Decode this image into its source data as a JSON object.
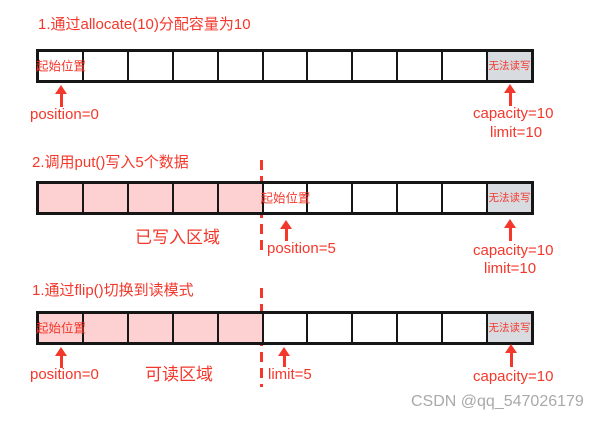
{
  "colors": {
    "red": "#f4372b",
    "pink_fill": "#fdd1d1",
    "gray_cell_fill": "#d8dbe0",
    "cell_border": "#161616",
    "watermark_gray": "#a9a9a9"
  },
  "sections": [
    {
      "title": "1.通过allocate(10)分配容量为10",
      "start_label": "起始位置",
      "blocked_label": "无法读写",
      "position_label": "position=0",
      "capacity_label": "capacity=10",
      "limit_label": "limit=10"
    },
    {
      "title": "2.调用put()写入5个数据",
      "start_label": "起始位置",
      "blocked_label": "无法读写",
      "region_label": "已写入区域",
      "position_label": "position=5",
      "capacity_label": "capacity=10",
      "limit_label": "limit=10"
    },
    {
      "title": "1.通过flip()切换到读模式",
      "start_label": "起始位置",
      "blocked_label": "无法读写",
      "position_label": "position=0",
      "region_label": "可读区域",
      "limit_label": "limit=5",
      "capacity_label": "capacity=10"
    }
  ],
  "watermark": "CSDN @qq_547026179"
}
